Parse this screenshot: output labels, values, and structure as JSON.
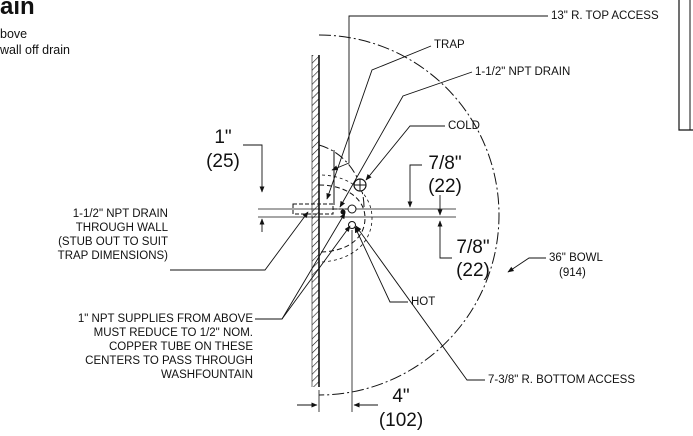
{
  "heading": {
    "title_fragment": "ain",
    "note_line1": "bove",
    "note_line2": "wall off drain"
  },
  "callouts": {
    "top_access": "13\" R. TOP ACCESS",
    "trap": "TRAP",
    "npt_drain": "1-1/2\" NPT DRAIN",
    "cold": "COLD",
    "hot": "HOT",
    "bowl": "36\" BOWL",
    "bowl_metric": "(914)",
    "bottom_access": "7-3/8\" R. BOTTOM ACCESS"
  },
  "dimensions": {
    "d1": {
      "value": "1\"",
      "metric": "(25)"
    },
    "d2": {
      "value": "7/8\"",
      "metric": "(22)"
    },
    "d3": {
      "value": "7/8\"",
      "metric": "(22)"
    },
    "d4": {
      "value": "4\"",
      "metric": "(102)"
    }
  },
  "notes": {
    "drain_through_wall": [
      "1-1/2\" NPT DRAIN",
      "THROUGH WALL",
      "(STUB OUT TO SUIT",
      "TRAP DIMENSIONS)"
    ],
    "supplies": [
      "1\" NPT SUPPLIES FROM ABOVE",
      "MUST REDUCE TO 1/2\" NOM.",
      "COPPER TUBE ON THESE",
      "CENTERS TO PASS THROUGH",
      "WASHFOUNTAIN"
    ]
  }
}
